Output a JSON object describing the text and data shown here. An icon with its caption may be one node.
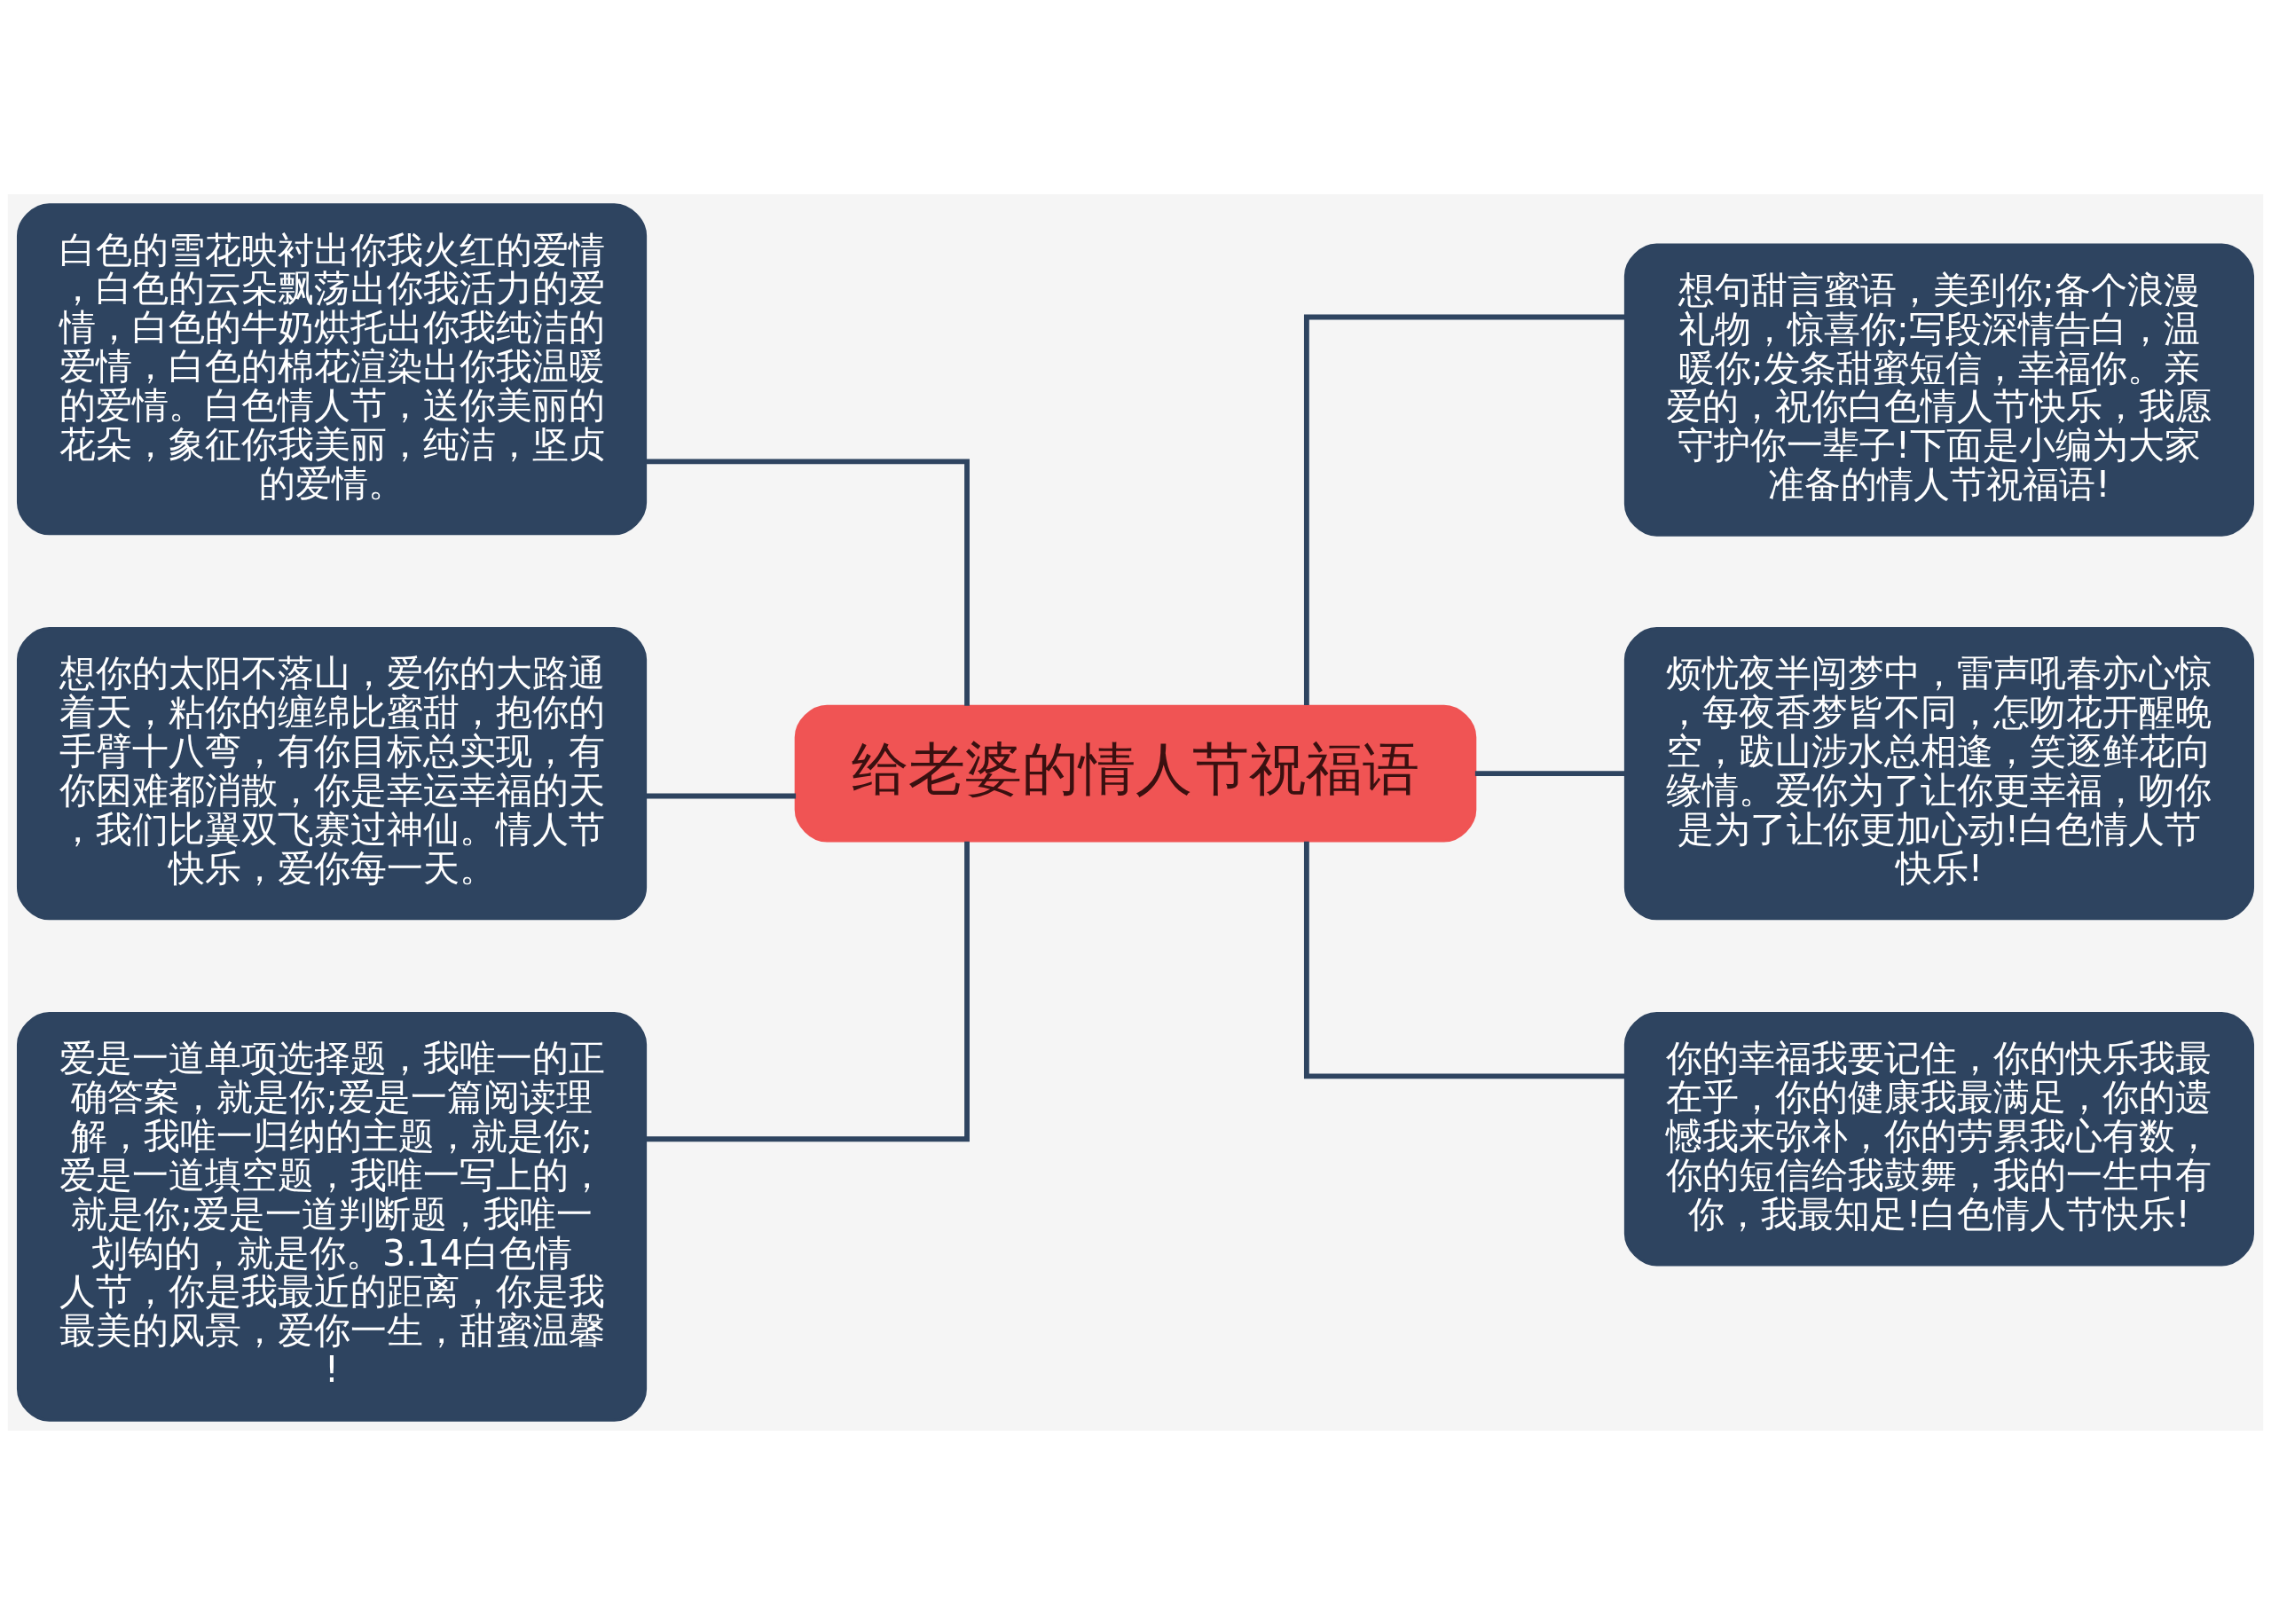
{
  "diagram": {
    "nodes": [
      {
        "text": [
          "给老婆的情人节祝福语"
        ]
      },
      {
        "text": [
          "白色的雪花映衬出你我火红的爱情，白色的云朵飘荡出你我活力的爱情，白色的牛奶烘托出你我纯洁的爱情，白色的棉花渲染出你我温暖的爱情。白色情人节，送你美丽的花朵，象征你我美丽，纯洁，坚贞的爱情。"
        ]
      },
      {
        "text": [
          "想你的太阳不落山，爱你的大路通着天，粘你的缠绵比蜜甜，抱你的手臂十八弯，有你目标总实现，有你困难都消散，你是幸运幸福的天，我们比翼双飞赛过神仙。情人节快乐，爱你每一天。"
        ]
      },
      {
        "text": [
          "爱是一道单项选择题，我唯一的正确答案，就是你;爱是一篇阅读理解，我唯一归纳的主题，就是你;爱是一道填空题，我唯一写上的，就是你;爱是一道判断题，我唯一划钩的，就是你。3.14白色情人节，你是我最近的距离，你是我最美的风景，爱你一生，甜蜜温馨!"
        ]
      },
      {
        "text": [
          "想句甜言蜜语，美到你;备个浪漫礼物，惊喜你;写段深情告白，温暖你;发条甜蜜短信，幸福你。亲爱的，祝你白色情人节快乐，我愿守护你一辈子!下面是小编为大家准备的情人节祝福语!"
        ]
      },
      {
        "text": [
          "烦忧夜半闯梦中，雷声吼春亦心惊，每夜香梦皆不同，怎吻花开醒晚空，跋山涉水总相逢，笑逐鲜花向缘情。爱你为了让你更幸福，吻你是为了让你更加心动!白色情人节快乐!"
        ]
      },
      {
        "text": [
          "你的幸福我要记住，你的快乐我最在乎，你的健康我最满足，你的遗憾我来弥补，你的劳累我心有数，你的短信给我鼓舞，我的一生中有你，我最知足!白色情人节快乐!"
        ]
      }
    ],
    "edges": [
      {
        "from": 0,
        "to": 1,
        "arrow": "none"
      },
      {
        "from": 0,
        "to": 2,
        "arrow": "none"
      },
      {
        "from": 0,
        "to": 3,
        "arrow": "none"
      },
      {
        "from": 0,
        "to": 4,
        "arrow": "none"
      },
      {
        "from": 0,
        "to": 5,
        "arrow": "none"
      },
      {
        "from": 0,
        "to": 6,
        "arrow": "none"
      }
    ]
  }
}
